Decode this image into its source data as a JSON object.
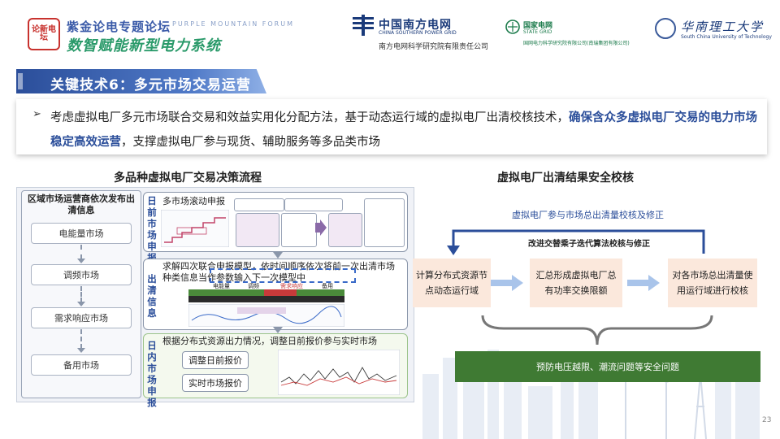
{
  "header": {
    "seal_text": "论新电坛",
    "forum_line1": "紫金论电专题论坛",
    "forum_en": "PURPLE MOUNTAIN FORUM",
    "forum_line2": "数智赋能新型电力系统",
    "csg_name": "中国南方电网",
    "csg_en": "CHINA SOUTHERN POWER GRID",
    "csg_institute": "南方电网科学研究院有限责任公司",
    "sg_name": "国家电网",
    "sg_en": "STATE GRID",
    "sg_institute": "国网电力科学研究院有限公司(南瑞集团有限公司)",
    "scut_name": "华南理工大学",
    "scut_en": "South China University of Technology"
  },
  "title": "关键技术6：多元市场交易运营",
  "bullet": {
    "text_before": "考虑虚拟电厂多元市场联合交易和效益实用化分配方法，基于动态运行域的虚拟电厂出清校核技术，",
    "highlight": "确保含众多虚拟电厂交易的电力市场稳定高效运营",
    "text_after": "，支撑虚拟电厂参与现货、辅助服务等多品类市场"
  },
  "left_section": {
    "heading": "多品种虚拟电厂交易决策流程",
    "market_title": "区域市场运营商依次发布出清信息",
    "markets": [
      "电能量市场",
      "调频市场",
      "需求响应市场",
      "备用市场"
    ],
    "panel1": {
      "label": "日前市场申报",
      "caption": "多市场滚动申报"
    },
    "panel2": {
      "label": "出清信息",
      "caption": "求解四次联合申报模型，依时间顺序依次将前一次出清市场种类信息当作参数输入下一次模型中",
      "bar_labels": [
        "电能量",
        "调频",
        "需求响应",
        "备用"
      ]
    },
    "panel3": {
      "label": "日内市场申报",
      "caption": "根据分布式资源出力情况，调整日前报价参与实时市场",
      "buttons": [
        "调整日前报价",
        "实时市场报价"
      ]
    }
  },
  "right_section": {
    "heading": "虚拟电厂出清结果安全校核",
    "top_label": "虚拟电厂参与市场总出清量校核及修正",
    "loop_label": "改进交替乘子迭代算法校核与修正",
    "boxes": [
      "计算分布式资源节点动态运行域",
      "汇总形成虚拟电厂总有功率交换限额",
      "对各市场总出清量使用运行域进行校核"
    ],
    "bottom": "预防电压越限、潮流问题等安全问题"
  },
  "colors": {
    "accent": "#2b4e9a",
    "green": "#3f7a33",
    "box_fill": "#fbe8dc",
    "seal": "#c8322e"
  },
  "page_number": "23"
}
